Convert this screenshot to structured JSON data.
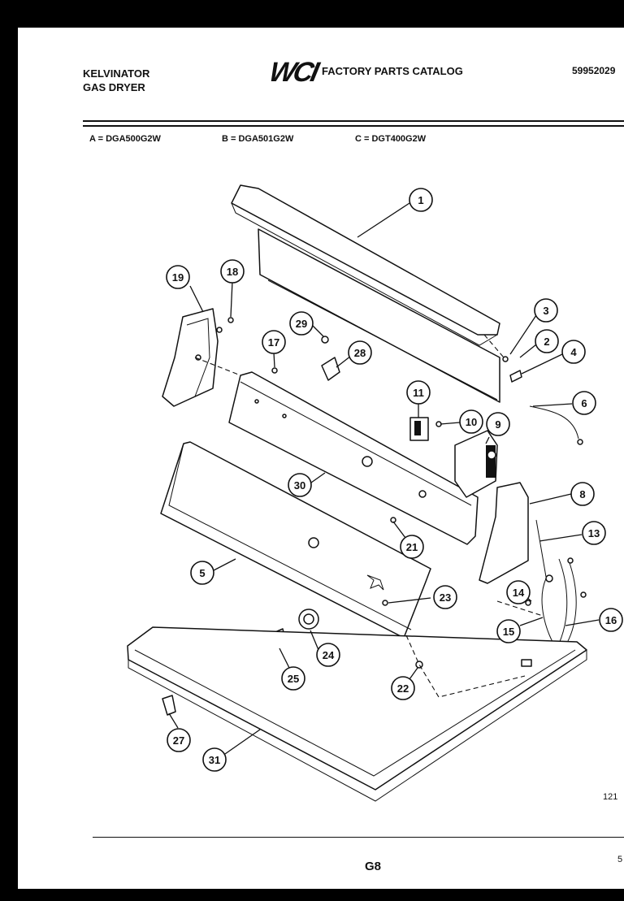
{
  "header": {
    "brand_line1": "KELVINATOR",
    "brand_line2": "GAS DRYER",
    "logo": "WCI",
    "catalog_title": "FACTORY PARTS CATALOG",
    "part_number": "59952029"
  },
  "models": {
    "a": "A = DGA500G2W",
    "b": "B = DGA501G2W",
    "c": "C = DGT400G2W"
  },
  "callouts": [
    "1",
    "2",
    "3",
    "4",
    "5",
    "6",
    "8",
    "9",
    "10",
    "11",
    "13",
    "14",
    "15",
    "16",
    "17",
    "18",
    "19",
    "21",
    "22",
    "23",
    "24",
    "25",
    "27",
    "28",
    "29",
    "30",
    "31"
  ],
  "footer": {
    "page_ref": "G8",
    "image_code": "121",
    "page_number": "5"
  }
}
